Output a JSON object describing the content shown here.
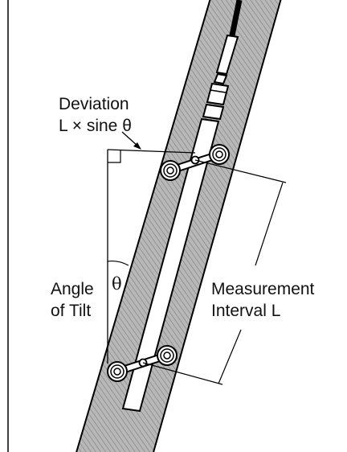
{
  "labels": {
    "deviation_line1": "Deviation",
    "deviation_line2": "L × sine θ",
    "theta": "θ",
    "angle_line1": "Angle",
    "angle_line2": "of Tilt",
    "measure_line1": "Measurement",
    "measure_line2": "Interval L"
  },
  "colors": {
    "casing_fill": "#b3b3b3",
    "casing_stripe": "#8c8c8c",
    "line": "#000000",
    "background": "#ffffff"
  }
}
